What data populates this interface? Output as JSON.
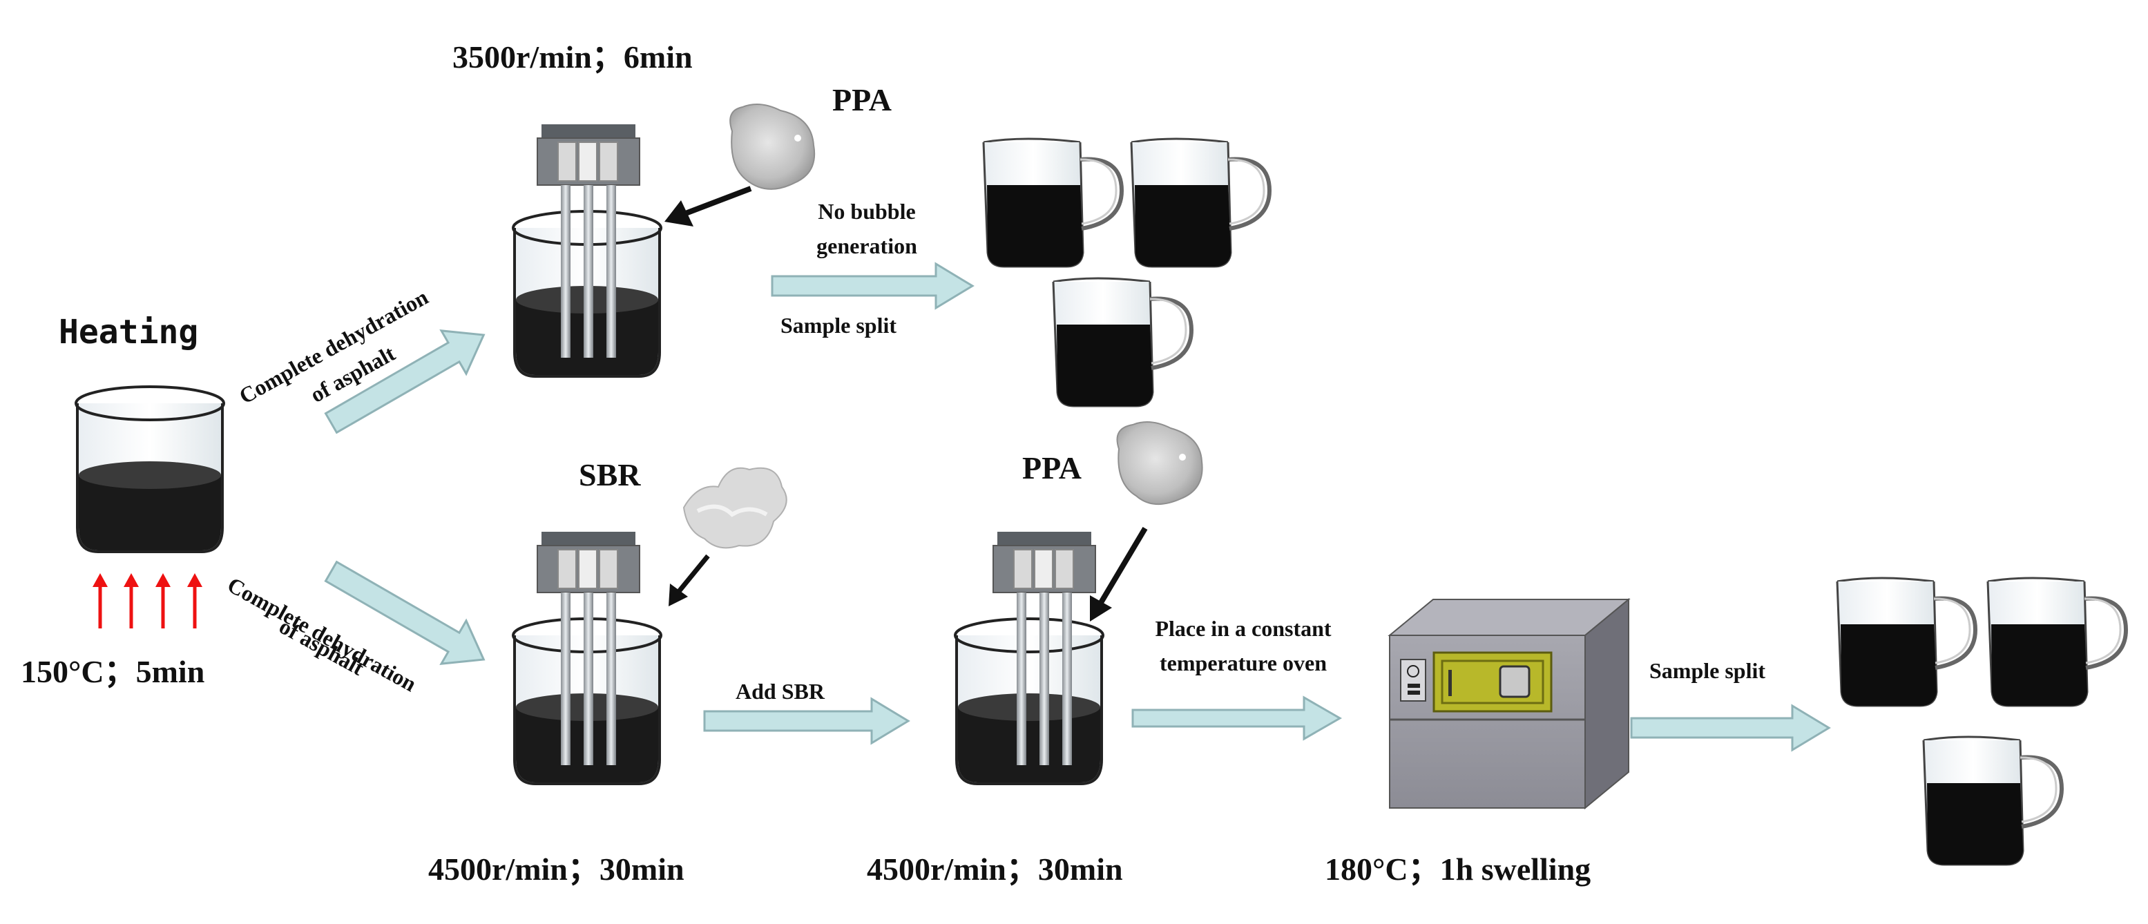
{
  "heating": {
    "title": "Heating",
    "condition": "150°C；5min"
  },
  "top_branch": {
    "arrow_label_line1": "Complete dehydration",
    "arrow_label_line2": "of asphalt",
    "stir_condition": "3500r/min；6min",
    "additive": "PPA",
    "no_bubble_line1": "No bubble",
    "no_bubble_line2": "generation",
    "sample_split": "Sample split"
  },
  "bottom_branch": {
    "arrow_label_line1": "Complete dehydration",
    "arrow_label_line2": "of asphalt",
    "additive_1": "SBR",
    "stir_condition_1": "4500r/min；30min",
    "add_sbr": "Add SBR",
    "additive_2": "PPA",
    "stir_condition_2": "4500r/min；30min",
    "oven_line1": "Place in a constant",
    "oven_line2": "temperature oven",
    "oven_condition": "180°C；1h swelling",
    "sample_split": "Sample split"
  },
  "colors": {
    "asphalt": "#1a1a1a",
    "arrow_fill": "#c4e3e5",
    "arrow_stroke": "#8fb2b6",
    "heat_arrow": "#ee1111",
    "oven_body": "#9a9aa2",
    "oven_door": "#b8b82a"
  },
  "icons": [
    "beaker-icon",
    "mixer-icon",
    "powder-icon",
    "arrow-icon",
    "jug-icon",
    "oven-icon",
    "heat-arrow-icon"
  ]
}
